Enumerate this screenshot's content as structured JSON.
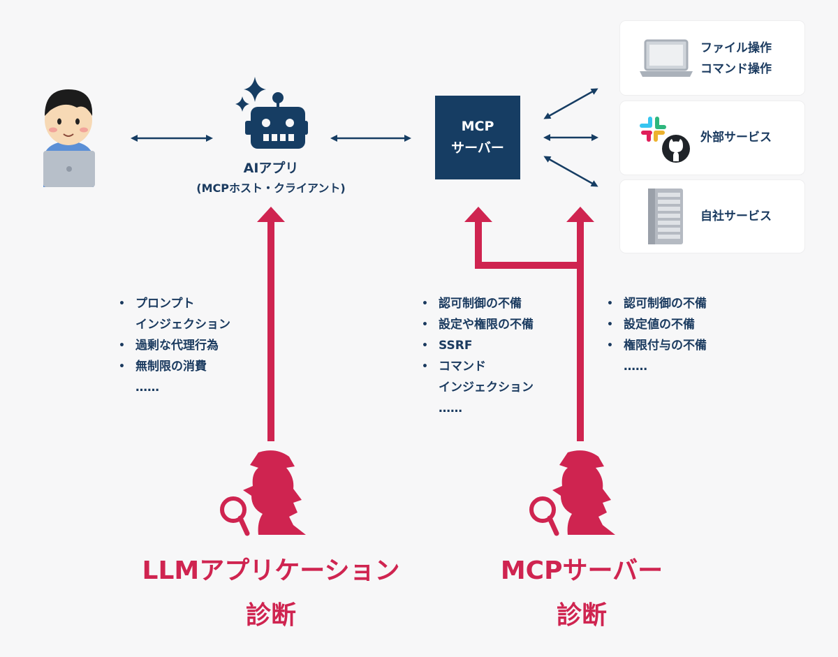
{
  "ai_app": {
    "title": "AIアプリ",
    "subtitle": "(MCPホスト・クライアント)"
  },
  "mcp_server": {
    "line1": "MCP",
    "line2": "サーバー"
  },
  "cards": {
    "file": {
      "line1": "ファイル操作",
      "line2": "コマンド操作"
    },
    "external": {
      "label": "外部サービス"
    },
    "internal": {
      "label": "自社サービス"
    }
  },
  "llm_risks": {
    "items": [
      "プロンプト",
      "インジェクション",
      "過剰な代理行為",
      "無制限の消費",
      "……"
    ]
  },
  "mcp_risks_left": {
    "items": [
      "認可制御の不備",
      "設定や権限の不備",
      "SSRF",
      "コマンド",
      "インジェクション",
      "……"
    ]
  },
  "mcp_risks_right": {
    "items": [
      "認可制御の不備",
      "設定値の不備",
      "権限付与の不備",
      "……"
    ]
  },
  "diagnosis": {
    "llm": {
      "line1": "LLMアプリケーション",
      "line2": "診断"
    },
    "mcp": {
      "line1": "MCPサーバー",
      "line2": "診断"
    }
  },
  "colors": {
    "navy": "#163d63",
    "text": "#1a3a5f",
    "crimson": "#cf2450",
    "background": "#f7f7f8"
  },
  "icons": [
    "user-icon",
    "robot-icon",
    "sparkle-icon",
    "laptop-icon",
    "slack-icon",
    "github-icon",
    "server-rack-icon",
    "detective-icon",
    "magnifier-icon"
  ]
}
